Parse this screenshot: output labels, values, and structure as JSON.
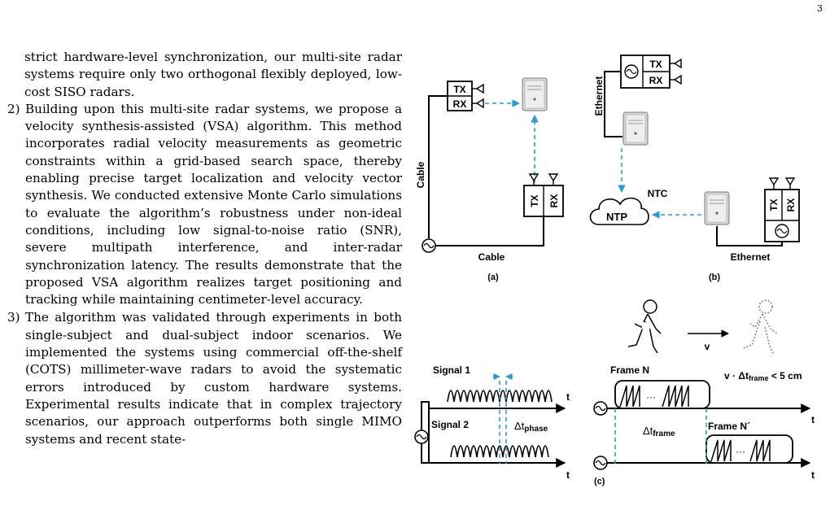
{
  "page": {
    "number": "3",
    "intro_text": "strict hardware-level synchronization, our multi-site radar systems require only two orthogonal flexibly deployed, low-cost SISO radars.",
    "items": [
      {
        "num": "2)",
        "text": "Building upon this multi-site radar systems, we propose a velocity synthesis-assisted (VSA) algorithm. This method incorporates radial velocity measurements as geometric constraints within a grid-based search space, thereby enabling precise target localization and velocity vector synthesis. We conducted extensive Monte Carlo simulations to evaluate the algorithm’s robustness under non-ideal conditions, including low signal-to-noise ratio (SNR), severe multipath interference, and inter-radar synchronization latency. The results demonstrate that the proposed VSA algorithm realizes target positioning and tracking while maintaining centimeter-level accuracy."
      },
      {
        "num": "3)",
        "text": "The algorithm was validated through experiments in both single-subject and dual-subject indoor scenarios. We implemented the systems using commercial off-the-shelf (COTS) millimeter-wave radars to avoid the systematic errors introduced by custom hardware systems. Experimental results indicate that in complex trajectory scenarios, our approach outperforms both single MIMO systems and recent state-"
      }
    ]
  },
  "figure": {
    "panel_a": {
      "tx": "TX",
      "rx": "RX",
      "cable_vertical": "Cable",
      "cable_bottom": "Cable",
      "caption": "(a)"
    },
    "panel_b": {
      "tx": "TX",
      "rx": "RX",
      "ethernet_vertical": "Ethernet",
      "ethernet_bottom": "Ethernet",
      "ntc": "NTC",
      "ntp": "NTP",
      "caption": "(b)"
    },
    "panel_c": {
      "signal1": "Signal 1",
      "signal2": "Signal 2",
      "delta_phase": "Δt",
      "delta_phase_sub": "phase",
      "t_axis": "t",
      "frame_n": "Frame N",
      "frame_n_prime": "Frame N´",
      "delta_frame": "Δt",
      "delta_frame_sub": "frame",
      "constraint": "v · Δt",
      "constraint_sub": "frame",
      "constraint_tail": " < 5 cm",
      "v_label": "v",
      "dots": "···",
      "caption": "(c)"
    }
  }
}
